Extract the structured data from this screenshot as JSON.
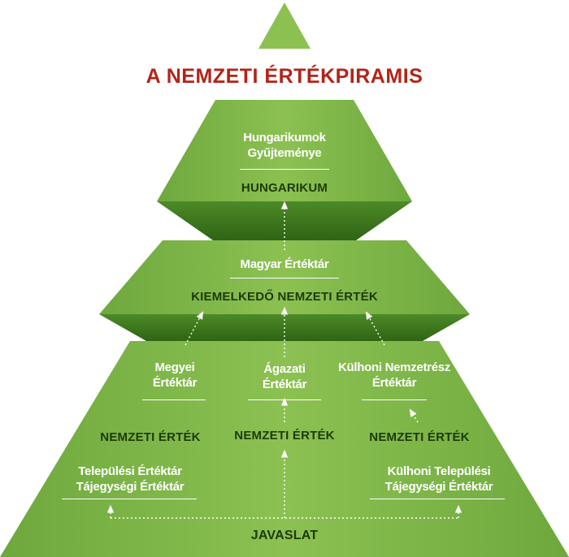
{
  "title": "A NEMZETI ÉRTÉKPIRAMIS",
  "colors": {
    "title": "#b42318",
    "pyramid_light": "#8cc152",
    "pyramid_mid": "#6aa43a",
    "pyramid_dark": "#3f7a1f",
    "dark_label": "#1c3a08"
  },
  "top_tier": {
    "repository": "Hungarikumok\nGyűjteménye",
    "level": "HUNGARIKUM"
  },
  "middle_tier": {
    "repository": "Magyar Értéktár",
    "level": "KIEMELKEDŐ NEMZETI ÉRTÉK"
  },
  "bottom_tier": {
    "repositories": [
      "Megyei\nÉrtéktár",
      "Ágazati\nÉrtéktár",
      "Külhoni Nemzetrész\nÉrtéktár"
    ],
    "levels": [
      "NEMZETI ÉRTÉK",
      "NEMZETI ÉRTÉK",
      "NEMZETI ÉRTÉK"
    ],
    "local_repositories": [
      "Települési Értéktár\nTájegységi Értéktár",
      "Külhoni Települési\nTájegységi Értéktár"
    ],
    "base": "JAVASLAT"
  }
}
